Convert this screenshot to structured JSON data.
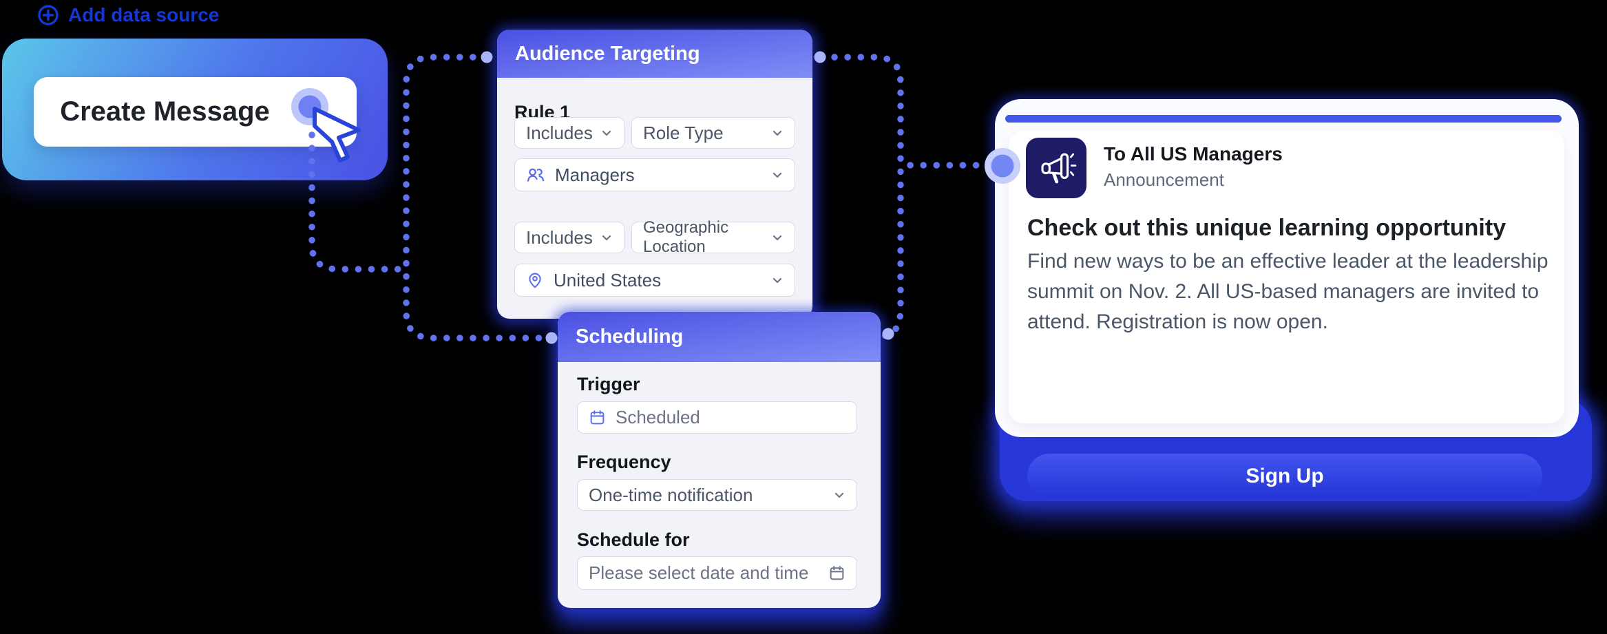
{
  "toolbar": {
    "add_data_source_label": "Add data source"
  },
  "create_message": {
    "button_label": "Create Message"
  },
  "audience_targeting": {
    "title": "Audience Targeting",
    "rule_label": "Rule 1",
    "rule1": {
      "operator": "Includes",
      "field": "Role Type",
      "value": "Managers"
    },
    "rule2": {
      "operator": "Includes",
      "field": "Geographic Location",
      "value": "United States"
    }
  },
  "scheduling": {
    "title": "Scheduling",
    "trigger_label": "Trigger",
    "trigger_value": "Scheduled",
    "frequency_label": "Frequency",
    "frequency_value": "One-time notification",
    "schedule_for_label": "Schedule for",
    "schedule_for_placeholder": "Please select date and time"
  },
  "message_preview": {
    "title": "To All US Managers",
    "subtitle": "Announcement",
    "headline": "Check out this unique learning opportunity",
    "body": "Find new ways to be an effective leader at the leadership summit on Nov. 2. All US-based managers are invited to attend. Registration is now open.",
    "cta_label": "Sign Up"
  },
  "icons": {
    "add": "plus-circle-icon",
    "pointer": "cursor-arrow-icon",
    "managers": "users-icon",
    "location": "location-pin-icon",
    "calendar": "calendar-icon",
    "announcement": "megaphone-icon",
    "dropdown": "chevron-down-icon"
  },
  "colors": {
    "link_blue": "#1537d6",
    "header_gradient_start": "#4a50e2",
    "header_gradient_end": "#7e8bf5",
    "card_gradient_start": "#5cc6e9",
    "card_gradient_end": "#4a51e5",
    "cta_gradient_start": "#4354ee",
    "cta_gradient_end": "#2335d6",
    "icon_tile_navy": "#1e1b67",
    "connector_dot": "#6172ee",
    "shadow_blue": "#2737d8"
  }
}
